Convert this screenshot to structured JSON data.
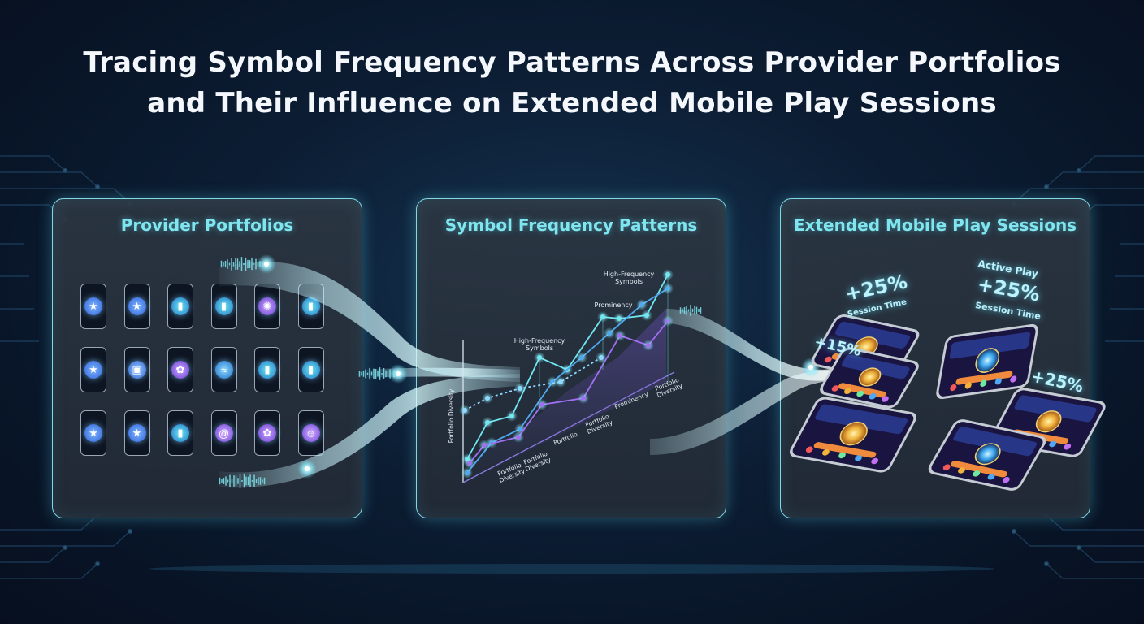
{
  "title": {
    "line1": "Tracing Symbol Frequency Patterns Across Provider Portfolios",
    "line2": "and Their Influence on Extended Mobile Play Sessions"
  },
  "panels": [
    {
      "title": "Provider Portfolios"
    },
    {
      "title": "Symbol Frequency Patterns"
    },
    {
      "title": "Extended Mobile Play Sessions"
    }
  ],
  "portfolio_grid": [
    [
      "star-icon",
      "star-icon",
      "bar-chart-icon",
      "bar-chart-icon",
      "spinner-icon",
      "bar-chart-icon"
    ],
    [
      "star-icon",
      "square-icon",
      "flower-icon",
      "wave-icon",
      "bar-chart-icon",
      "bar-chart-icon"
    ],
    [
      "star-icon",
      "star-icon",
      "bar-chart-icon",
      "spiral-icon",
      "flower-icon",
      "person-icon"
    ]
  ],
  "chart_labels": {
    "high_freq_top": [
      "High-Frequency",
      "Symbols"
    ],
    "high_freq_mid": [
      "High-Frequency",
      "Symbols"
    ],
    "prominence": "Prominency",
    "y_axis": "Portfolio Diversity",
    "x_labels": [
      [
        "Portfolio",
        "Diversity"
      ],
      [
        "Portfolio",
        "Diversity"
      ],
      [
        "Portfolio"
      ],
      [
        "Portfolio",
        "Diversity"
      ],
      [
        "Prominency"
      ],
      [
        "Portfolio",
        "Diversity"
      ]
    ]
  },
  "session_labels": {
    "top_left_value": "+25%",
    "top_left_caption": "Session Time",
    "top_right_prefix": "Active Play",
    "top_right_value": "+25%",
    "top_right_caption": "Session Time",
    "mid_left_value": "+15%",
    "mid_right_value": "+25%"
  },
  "colors": {
    "accent": "#7fe6f0",
    "purple": "#9b6cf0",
    "blue": "#3f8ff0",
    "gold": "#f0b43c"
  }
}
